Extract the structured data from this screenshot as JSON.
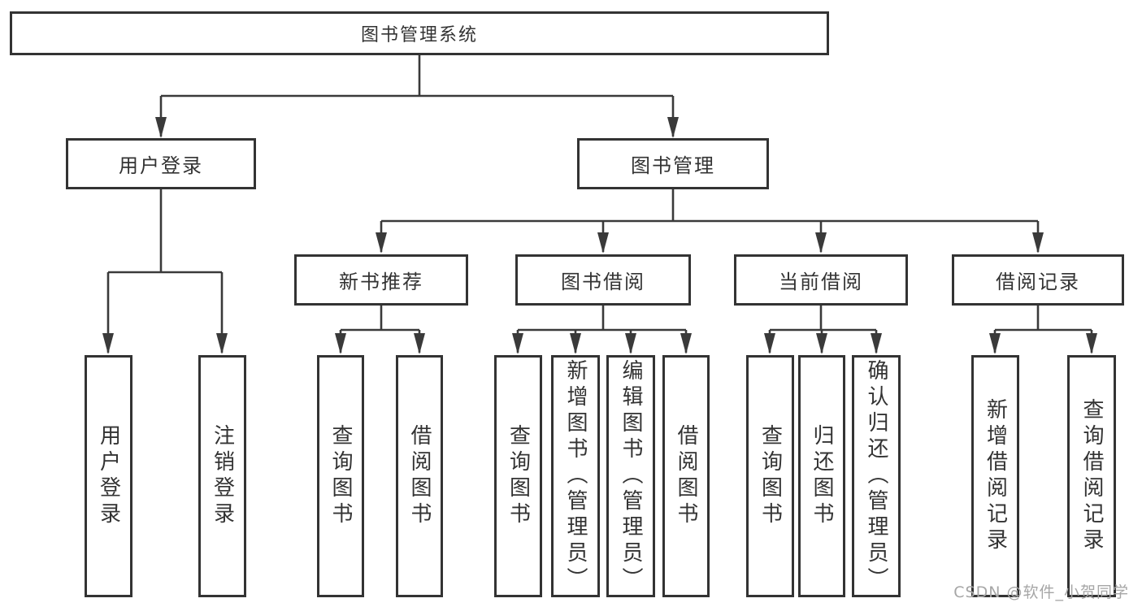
{
  "diagram": {
    "root": {
      "label": "图书管理系统"
    },
    "level2": [
      {
        "label": "用户登录",
        "leaves": [
          {
            "label": "用户登录"
          },
          {
            "label": "注销登录"
          }
        ]
      },
      {
        "label": "图书管理",
        "children": [
          {
            "label": "新书推荐",
            "leaves": [
              {
                "label": "查询图书"
              },
              {
                "label": "借阅图书"
              }
            ]
          },
          {
            "label": "图书借阅",
            "leaves": [
              {
                "label": "查询图书"
              },
              {
                "label": "新增图书（管理员）"
              },
              {
                "label": "编辑图书（管理员）"
              },
              {
                "label": "借阅图书"
              }
            ]
          },
          {
            "label": "当前借阅",
            "leaves": [
              {
                "label": "查询图书"
              },
              {
                "label": "归还图书"
              },
              {
                "label": "确认归还（管理员）"
              }
            ]
          },
          {
            "label": "借阅记录",
            "leaves": [
              {
                "label": "新增借阅记录"
              },
              {
                "label": "查询借阅记录"
              }
            ]
          }
        ]
      }
    ]
  },
  "watermark": {
    "text": "CSDN @软件_小贺同学"
  },
  "colors": {
    "line": "#3a3a3a",
    "box_border": "#333333",
    "text": "#333333",
    "watermark": "#a6a6a6",
    "background": "#ffffff"
  }
}
